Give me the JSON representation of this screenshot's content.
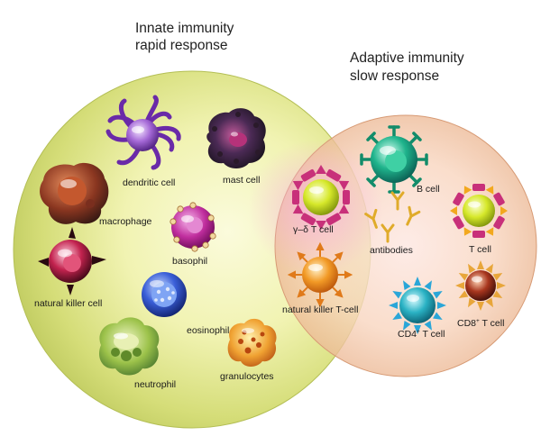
{
  "innate": {
    "title_line1": "Innate immunity",
    "title_line2": "rapid response",
    "cells": {
      "dendritic": "dendritic cell",
      "mast": "mast cell",
      "macrophage": "macrophage",
      "basophil": "basophil",
      "nk": "natural killer cell",
      "eosinophil": "eosinophil",
      "neutrophil": "neutrophil",
      "granulocytes": "granulocytes"
    }
  },
  "adaptive": {
    "title_line1": "Adaptive immunity",
    "title_line2": "slow response",
    "cells": {
      "bcell": "B cell",
      "antibodies": "antibodies",
      "tcell": "T cell",
      "cd4_pre": "CD4",
      "cd4_sup": "+",
      "cd4_post": " T cell",
      "cd8_pre": "CD8",
      "cd8_sup": "+",
      "cd8_post": " T cell"
    }
  },
  "overlap": {
    "gd_tcell": "γ–δ T cell",
    "nkt": "natural killer T-cell"
  },
  "colors": {
    "innate_circle": "#d8e07a",
    "adaptive_circle": "#f2c8a6"
  }
}
